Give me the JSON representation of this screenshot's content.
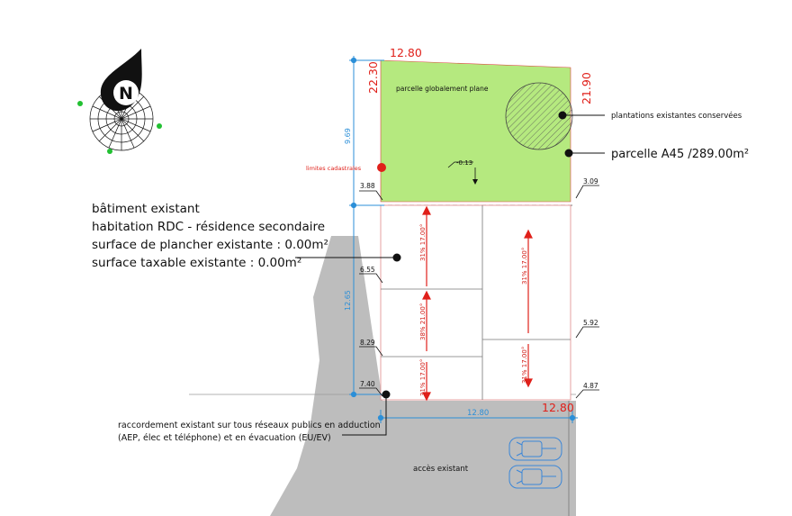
{
  "compass": {
    "north_label": "N"
  },
  "parcel": {
    "top_width": "12.80",
    "left_depth": "22.30",
    "right_depth": "21.90",
    "bottom_width_red": "12.80",
    "bottom_width_blue": "12.80",
    "garden_depth": "9.69",
    "house_depth": "12.65",
    "terrain_label": "parcelle globalement plane",
    "level_label": "-0.13",
    "fill_color": "#b5e97f",
    "dim_red_color": "#e0201a",
    "dim_blue_color": "#2b8fd8"
  },
  "annotations": {
    "plantations": "plantations existantes conservées",
    "parcel_id": "parcelle A45 /289.00m²",
    "limits": "limites cadastrales"
  },
  "building": {
    "lines": [
      "bâtiment existant",
      "habitation RDC - résidence secondaire",
      "surface de plancher existante : 0.00m²",
      "surface taxable existante : 0.00m²"
    ]
  },
  "roof_slopes": [
    "31% 17.00°",
    "31% 17.00°",
    "38% 21.00°",
    "31% 17.00°",
    "31% 17.00°"
  ],
  "heights": {
    "h1": "3.88",
    "h2": "6.55",
    "h3": "8.29",
    "h4": "7.40",
    "h5": "3.09",
    "h6": "5.92",
    "h7": "4.87"
  },
  "connection_note": [
    "raccordement existant sur tous réseaux publics en adduction",
    "(AEP, élec et téléphone) et en évacuation (EU/EV)"
  ],
  "access_label": "accès existant"
}
